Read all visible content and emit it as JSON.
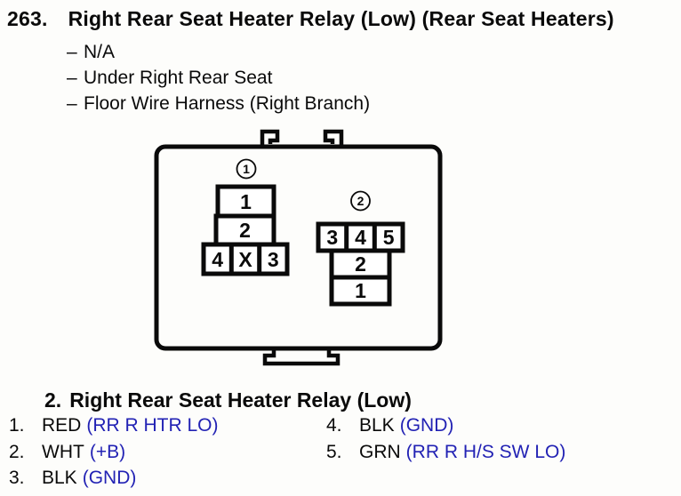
{
  "header": {
    "number": "263.",
    "title": "Right Rear Seat Heater Relay (Low) (Rear Seat Heaters)"
  },
  "details": {
    "dash": "–",
    "items": [
      "N/A",
      "Under Right Rear Seat",
      "Floor Wire Harness (Right Branch)"
    ]
  },
  "diagram": {
    "connector1": {
      "badge": "1",
      "top_cell": "1",
      "middle_cell": "2",
      "bottom_cells": [
        "4",
        "X",
        "3"
      ]
    },
    "connector2": {
      "badge": "2",
      "top_cells": [
        "3",
        "4",
        "5"
      ],
      "middle_cell": "2",
      "bottom_cell": "1"
    }
  },
  "section": {
    "number": "2.",
    "title": "Right Rear Seat Heater Relay (Low)"
  },
  "pins": {
    "left": [
      {
        "num": "1.",
        "color": "RED",
        "signal": "(RR R HTR LO)"
      },
      {
        "num": "2.",
        "color": "WHT",
        "signal": "(+B)"
      },
      {
        "num": "3.",
        "color": "BLK",
        "signal": "(GND)"
      }
    ],
    "right": [
      {
        "num": "4.",
        "color": "BLK",
        "signal": "(GND)"
      },
      {
        "num": "5.",
        "color": "GRN",
        "signal": "(RR R H/S SW LO)"
      }
    ]
  },
  "colors": {
    "ink": "#0a0a0a",
    "signal_blue": "#2222b4",
    "background": "#fdfdfb"
  }
}
